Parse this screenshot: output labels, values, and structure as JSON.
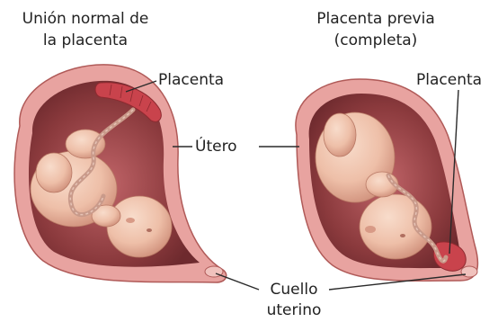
{
  "titles": {
    "left_line1": "Unión normal de",
    "left_line2": "la placenta",
    "right_line1": "Placenta previa",
    "right_line2": "(completa)"
  },
  "labels": {
    "placenta_left": "Placenta",
    "placenta_right": "Placenta",
    "utero": "Útero",
    "cuello_line1": "Cuello",
    "cuello_line2": "uterino"
  },
  "colors": {
    "uterus_wall": "#e8a3a0",
    "uterus_outline": "#b05a58",
    "uterus_cavity": "#8b3a3d",
    "amniotic_inner": "#a85055",
    "placenta": "#c9434c",
    "fetus_skin": "#f2c8b4",
    "fetus_shadow": "#d89a86",
    "umbilical_cord": "#c99a8a"
  }
}
